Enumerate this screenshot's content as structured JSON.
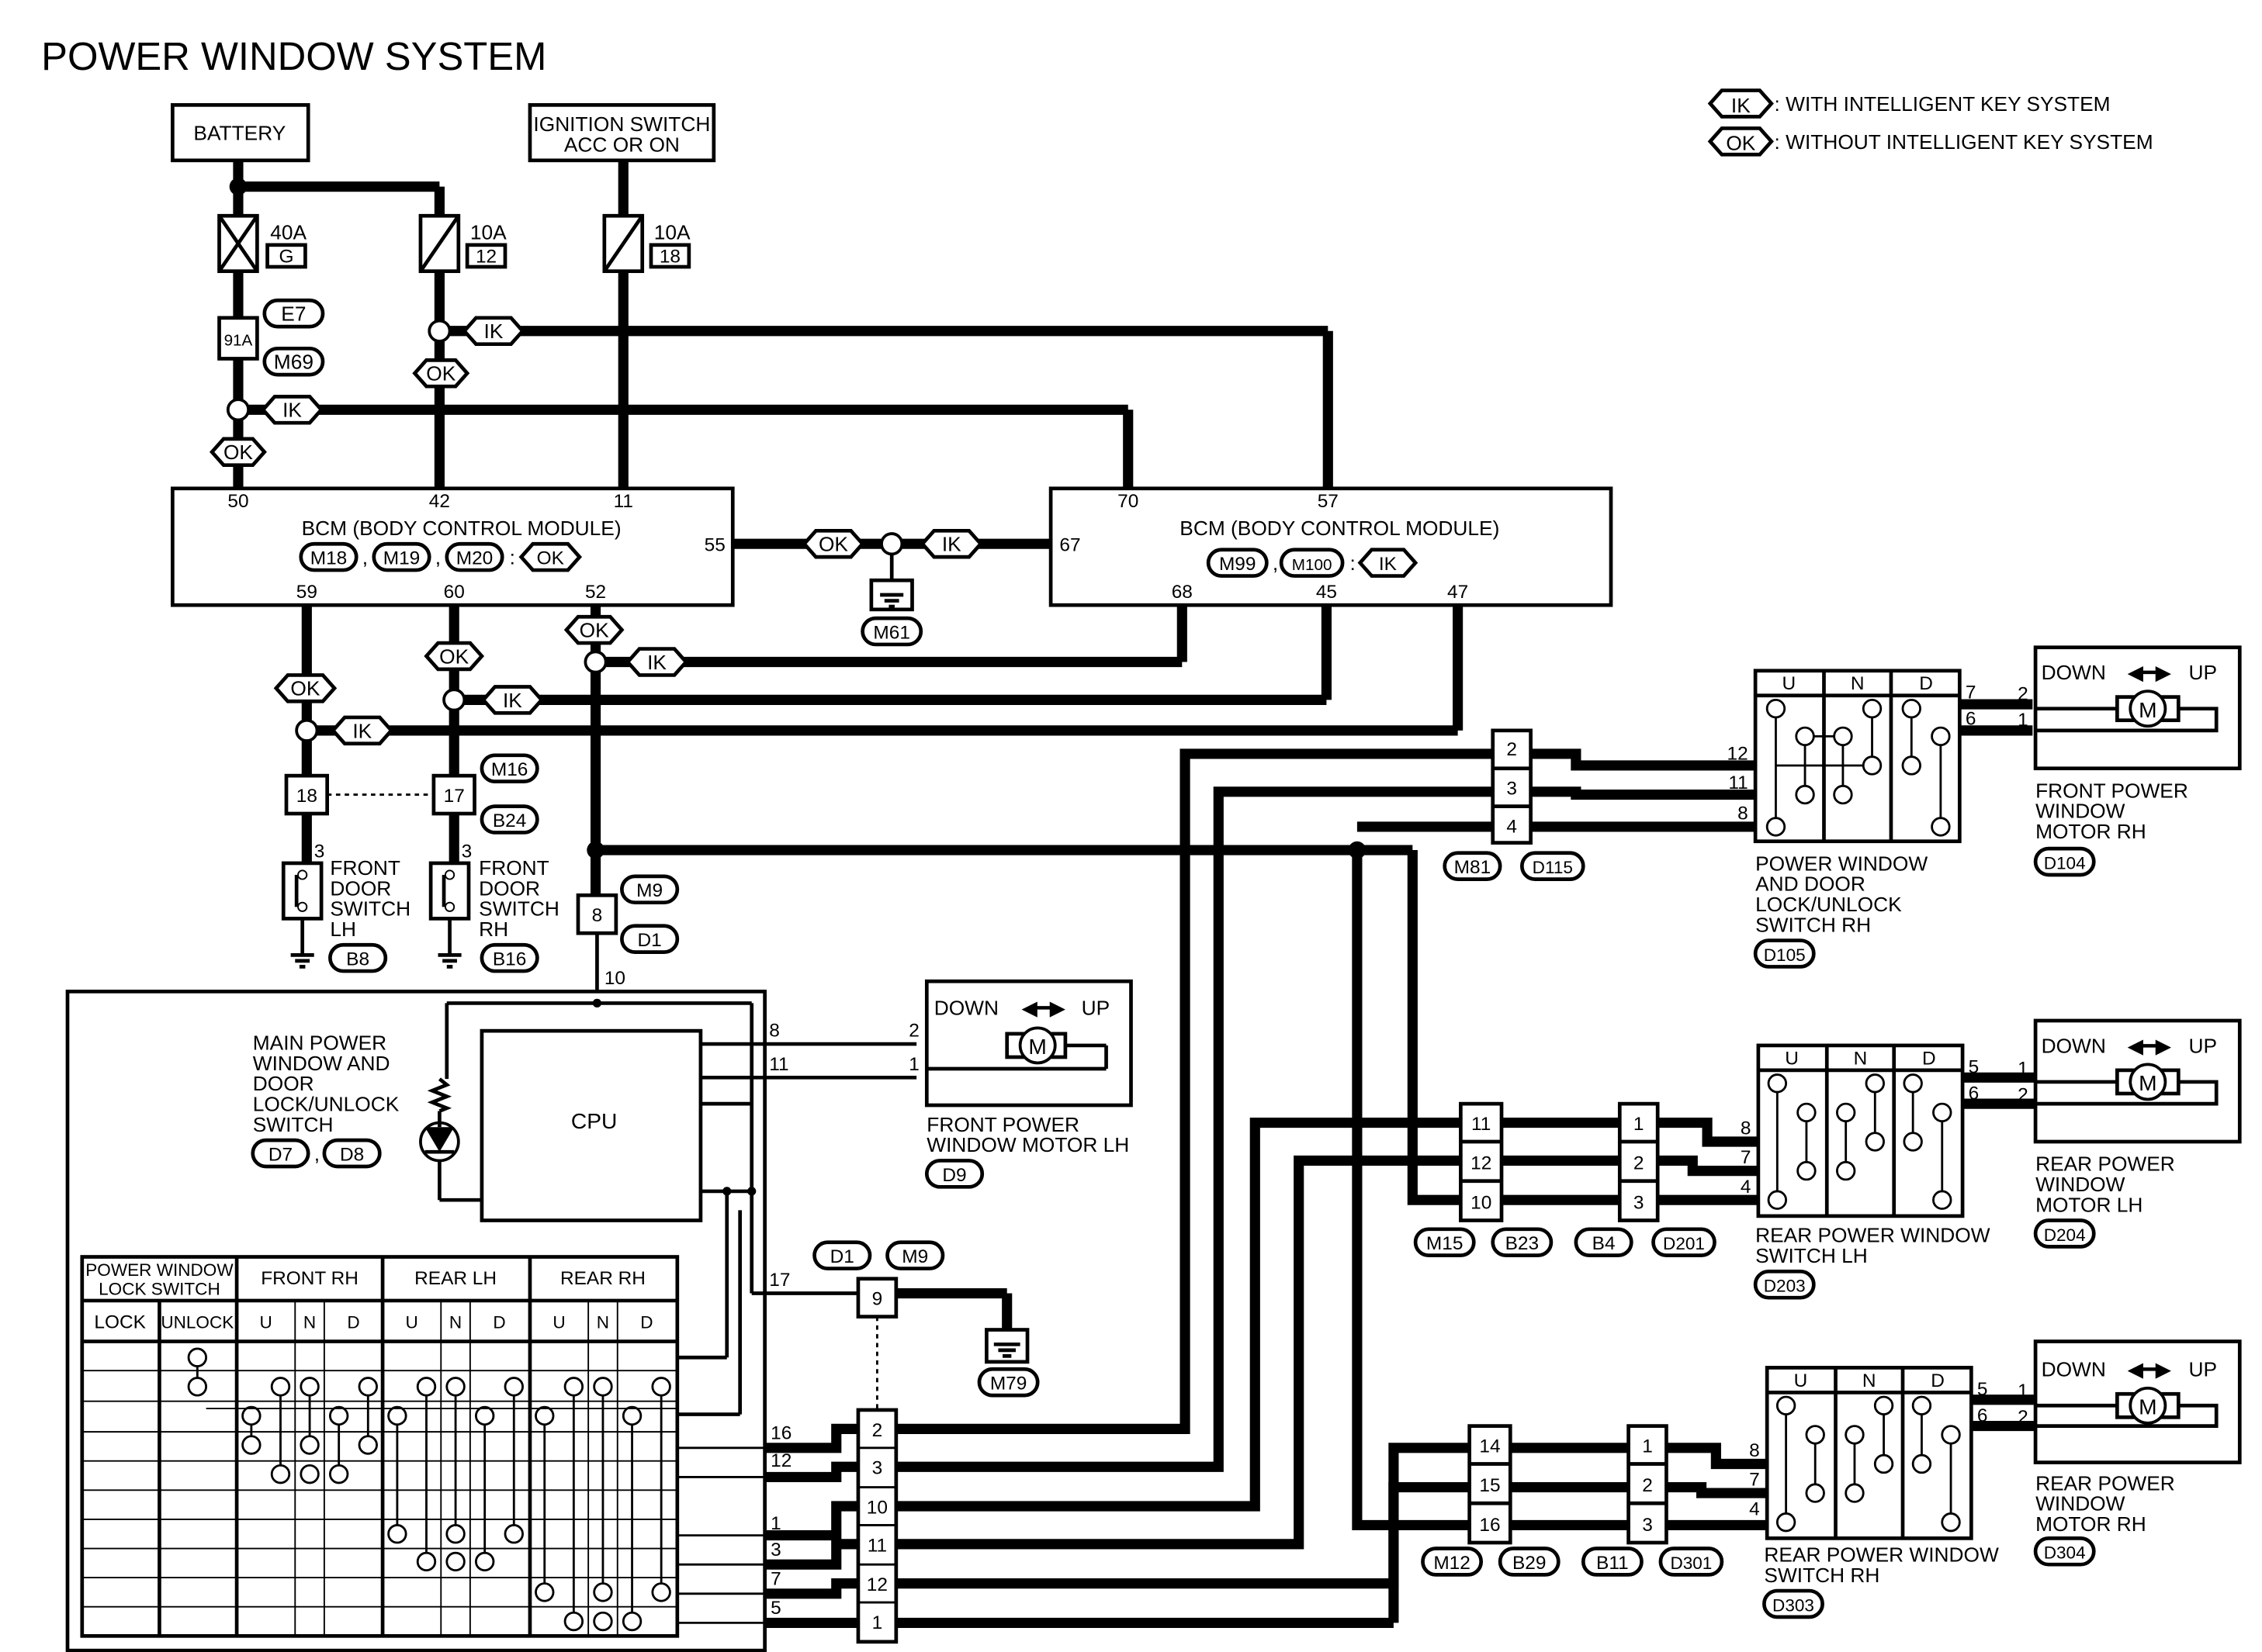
{
  "title": "POWER WINDOW SYSTEM",
  "legend": [
    {
      "tag": "IK",
      "text": ": WITH INTELLIGENT KEY SYSTEM"
    },
    {
      "tag": "OK",
      "text": ": WITHOUT INTELLIGENT KEY SYSTEM"
    }
  ],
  "battery": "BATTERY",
  "ignition": [
    "IGNITION SWITCH",
    "ACC OR ON"
  ],
  "fuses": [
    {
      "amp": "40A",
      "id": "G"
    },
    {
      "amp": "10A",
      "id": "12"
    },
    {
      "amp": "10A",
      "id": "18"
    }
  ],
  "fusible_link": "91A",
  "bcm_title": "BCM (BODY CONTROL MODULE)",
  "bcm_left": {
    "connectors": [
      "M18",
      "M19",
      "M20"
    ],
    "variant": "OK",
    "pins_top": [
      "50",
      "42",
      "11"
    ],
    "pin_right": "55",
    "pins_bottom": [
      "59",
      "60",
      "52"
    ]
  },
  "bcm_right": {
    "connectors": [
      "M99",
      "M100"
    ],
    "variant": "IK",
    "pins_top": [
      "70",
      "57"
    ],
    "pin_left": "67",
    "pins_bottom": [
      "68",
      "45",
      "47"
    ]
  },
  "variant_tags": [
    "OK",
    "IK"
  ],
  "connectors": {
    "e7": "E7",
    "m69": "M69",
    "m61": "M61",
    "m16": "M16",
    "b24": "B24",
    "b8": "B8",
    "b16": "B16",
    "m9": "M9",
    "d1": "D1",
    "d7": "D7",
    "d8": "D8",
    "d9": "D9",
    "m79": "M79",
    "m81": "M81",
    "d115": "D115",
    "d104": "D104",
    "d105": "D105",
    "m15": "M15",
    "b23": "B23",
    "b4": "B4",
    "d201": "D201",
    "d203": "D203",
    "d204": "D204",
    "m12": "M12",
    "b29": "B29",
    "b11": "B11",
    "d301": "D301",
    "d303": "D303",
    "d304": "D304"
  },
  "door_switch_lh": [
    "FRONT",
    "DOOR",
    "SWITCH",
    "LH"
  ],
  "door_switch_rh": [
    "FRONT",
    "DOOR",
    "SWITCH",
    "RH"
  ],
  "main_switch_label": [
    "MAIN POWER",
    "WINDOW AND",
    "DOOR",
    "LOCK/UNLOCK",
    "SWITCH"
  ],
  "cpu": "CPU",
  "lock_table": {
    "corner": [
      "POWER WINDOW",
      "LOCK SWITCH"
    ],
    "groups": [
      "FRONT RH",
      "REAR LH",
      "REAR RH"
    ],
    "cols": [
      "LOCK",
      "UNLOCK",
      "U",
      "N",
      "D",
      "U",
      "N",
      "D",
      "U",
      "N",
      "D"
    ]
  },
  "motor_front_lh": {
    "label": [
      "FRONT POWER",
      "WINDOW MOTOR LH"
    ],
    "pins": [
      "2",
      "1"
    ]
  },
  "motor_front_rh": {
    "label": [
      "FRONT POWER",
      "WINDOW",
      "MOTOR RH"
    ],
    "pins": [
      "2",
      "1"
    ]
  },
  "motor_rear_lh": {
    "label": [
      "REAR POWER",
      "WINDOW",
      "MOTOR LH"
    ],
    "pins": [
      "1",
      "2"
    ]
  },
  "motor_rear_rh": {
    "label": [
      "REAR POWER",
      "WINDOW",
      "MOTOR RH"
    ],
    "pins": [
      "1",
      "2"
    ]
  },
  "motor_text": {
    "down": "DOWN",
    "up": "UP",
    "m": "M"
  },
  "switch_front_rh_label": [
    "POWER WINDOW",
    "AND DOOR",
    "LOCK/UNLOCK",
    "SWITCH RH"
  ],
  "switch_rear_lh_label": [
    "REAR POWER WINDOW",
    "SWITCH LH"
  ],
  "switch_rear_rh_label": [
    "REAR POWER WINDOW",
    "SWITCH RH"
  ],
  "und": [
    "U",
    "N",
    "D"
  ],
  "pins": {
    "m81": [
      "2",
      "3",
      "4"
    ],
    "m15": [
      "11",
      "12",
      "10"
    ],
    "b4": [
      "1",
      "2",
      "3"
    ],
    "m12": [
      "14",
      "15",
      "16"
    ],
    "b11": [
      "1",
      "2",
      "3"
    ],
    "d1_lower": [
      "2",
      "3",
      "10",
      "11",
      "12",
      "1"
    ],
    "main_left": [
      "16",
      "12",
      "1",
      "3",
      "7",
      "5"
    ],
    "main_top": [
      "8",
      "11"
    ],
    "d9": "9",
    "d17": "17",
    "conn_18": "18",
    "conn_17": "17",
    "conn_8": "8",
    "pin_10": "10",
    "pin_3a": "3",
    "pin_3b": "3",
    "rh_sw_pins": [
      "12",
      "11",
      "8"
    ],
    "rh_motor_side": [
      "7",
      "6"
    ],
    "rl_sw_pins": [
      "8",
      "7",
      "4"
    ],
    "rl_motor_side": [
      "5",
      "6"
    ],
    "rr_sw_pins": [
      "8",
      "7",
      "4"
    ],
    "rr_motor_side": [
      "5",
      "6"
    ]
  }
}
